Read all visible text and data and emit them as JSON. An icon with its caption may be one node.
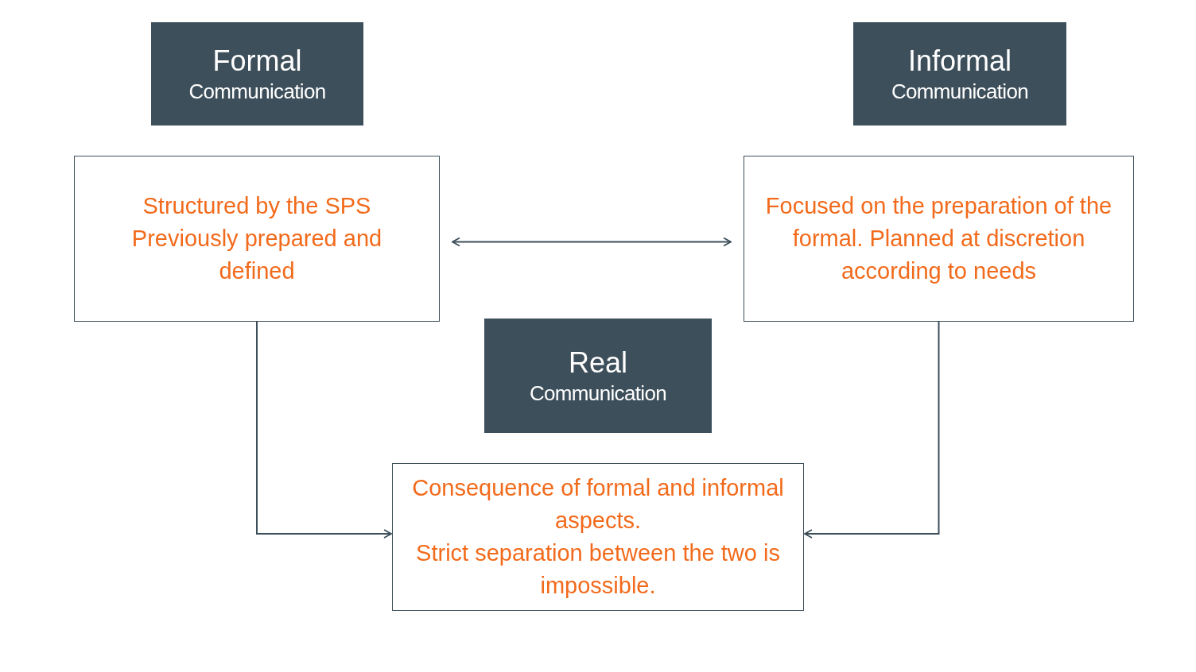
{
  "diagram": {
    "nodes": [
      {
        "text": [
          "Formal",
          "Communication"
        ]
      },
      {
        "text": [
          "Informal",
          "Communication"
        ]
      },
      {
        "text": [
          "Structured by the SPS Previously prepared and defined"
        ]
      },
      {
        "text": [
          "Focused on the preparation of the formal. Planned at discretion according to needs"
        ]
      },
      {
        "text": [
          "Real",
          "Communication"
        ]
      },
      {
        "text": [
          "Consequence of formal and informal aspects.",
          "Strict separation between the two is impossible."
        ]
      }
    ],
    "edges": [
      {
        "from": 2,
        "to": 3,
        "arrow": "both"
      },
      {
        "from": 2,
        "to": 5,
        "arrow": "to"
      },
      {
        "from": 3,
        "to": 5,
        "arrow": "to"
      }
    ]
  }
}
